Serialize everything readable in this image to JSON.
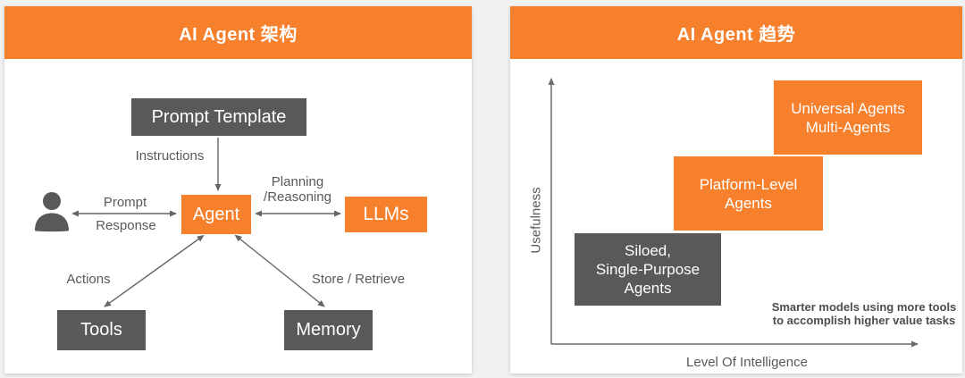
{
  "colors": {
    "accent_orange": "#F6802C",
    "box_gray": "#595959",
    "label_gray": "#595959",
    "annotation_gray": "#4d4d4d",
    "card_bg": "#ffffff",
    "page_bg": "#f1f1f2"
  },
  "left_panel": {
    "title": "AI Agent 架构",
    "nodes": {
      "prompt_template": "Prompt Template",
      "agent": "Agent",
      "llms": "LLMs",
      "tools": "Tools",
      "memory": "Memory"
    },
    "edge_labels": {
      "instructions": "Instructions",
      "prompt": "Prompt",
      "response": "Response",
      "planning_line1": "Planning",
      "planning_line2": "/Reasoning",
      "actions": "Actions",
      "store_retrieve": "Store / Retrieve"
    },
    "icons": {
      "user": "user-silhouette-icon"
    }
  },
  "right_panel": {
    "title": "AI Agent 趋势",
    "ylabel": "Usefulness",
    "xlabel": "Level Of Intelligence",
    "boxes": {
      "siloed": {
        "lines": [
          "Siloed,",
          "Single-Purpose",
          "Agents"
        ],
        "color": "#595959"
      },
      "platform": {
        "lines": [
          "Platform-Level",
          "Agents"
        ],
        "color": "#F6802C"
      },
      "universal": {
        "lines": [
          "Universal Agents",
          "Multi-Agents"
        ],
        "color": "#F6802C"
      }
    },
    "annotation": {
      "line1": "Smarter models using more tools",
      "line2": "to accomplish higher value tasks"
    }
  },
  "chart_data": {
    "type": "scatter",
    "title": "AI Agent 趋势",
    "xlabel": "Level Of Intelligence",
    "ylabel": "Usefulness",
    "axis_ticks": false,
    "axis_arrows": true,
    "points": [
      {
        "label": "Siloed, Single-Purpose Agents",
        "x": 0.25,
        "y": 0.3,
        "color": "#595959"
      },
      {
        "label": "Platform-Level Agents",
        "x": 0.5,
        "y": 0.55,
        "color": "#F6802C"
      },
      {
        "label": "Universal Agents Multi-Agents",
        "x": 0.75,
        "y": 0.8,
        "color": "#F6802C"
      }
    ],
    "annotation": "Smarter models using more tools to accomplish higher value tasks"
  }
}
